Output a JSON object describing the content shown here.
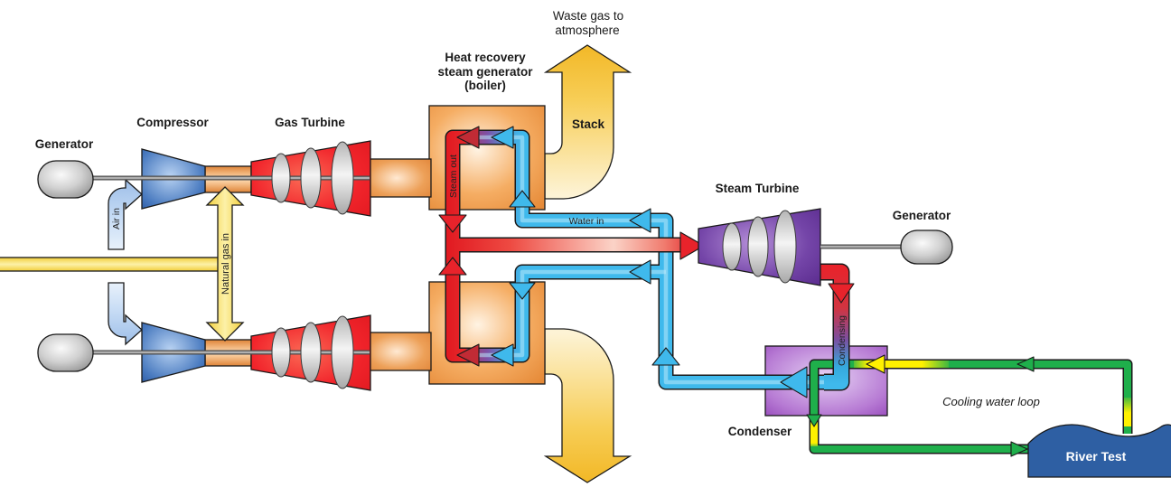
{
  "labels": {
    "waste_gas": [
      "Waste gas to",
      "atmosphere"
    ],
    "hrsg": [
      "Heat recovery",
      "steam generator",
      "(boiler)"
    ],
    "stack": "Stack",
    "compressor": "Compressor",
    "gas_turbine": "Gas Turbine",
    "generator_left": "Generator",
    "generator_right": "Generator",
    "steam_turbine": "Steam Turbine",
    "condenser": "Condenser",
    "cooling_water_loop": "Cooling water loop",
    "river": "River Test"
  },
  "flow_labels": {
    "air_in": "Air in",
    "natural_gas_in": "Natural gas in",
    "steam_out": "Steam out",
    "water_in": "Water in",
    "condensing": "Condensing"
  },
  "colors": {
    "hot_gas_orange": "#e8913f",
    "steam_red": "#ec1c24",
    "water_blue": "#3fb9ec",
    "fuel_yellow": "#f2ce3a",
    "stack_yellow": "#f2b827",
    "compressor_blue": "#2b5aa5",
    "steam_turbine_purple": "#5c2d90",
    "condenser_purple": "#9a4fbe",
    "cooling_green": "#1faf4b",
    "cooling_warm_yellow": "#fff100",
    "river_blue": "#2e5fa3",
    "metal_gray": "#9c9c9c"
  }
}
